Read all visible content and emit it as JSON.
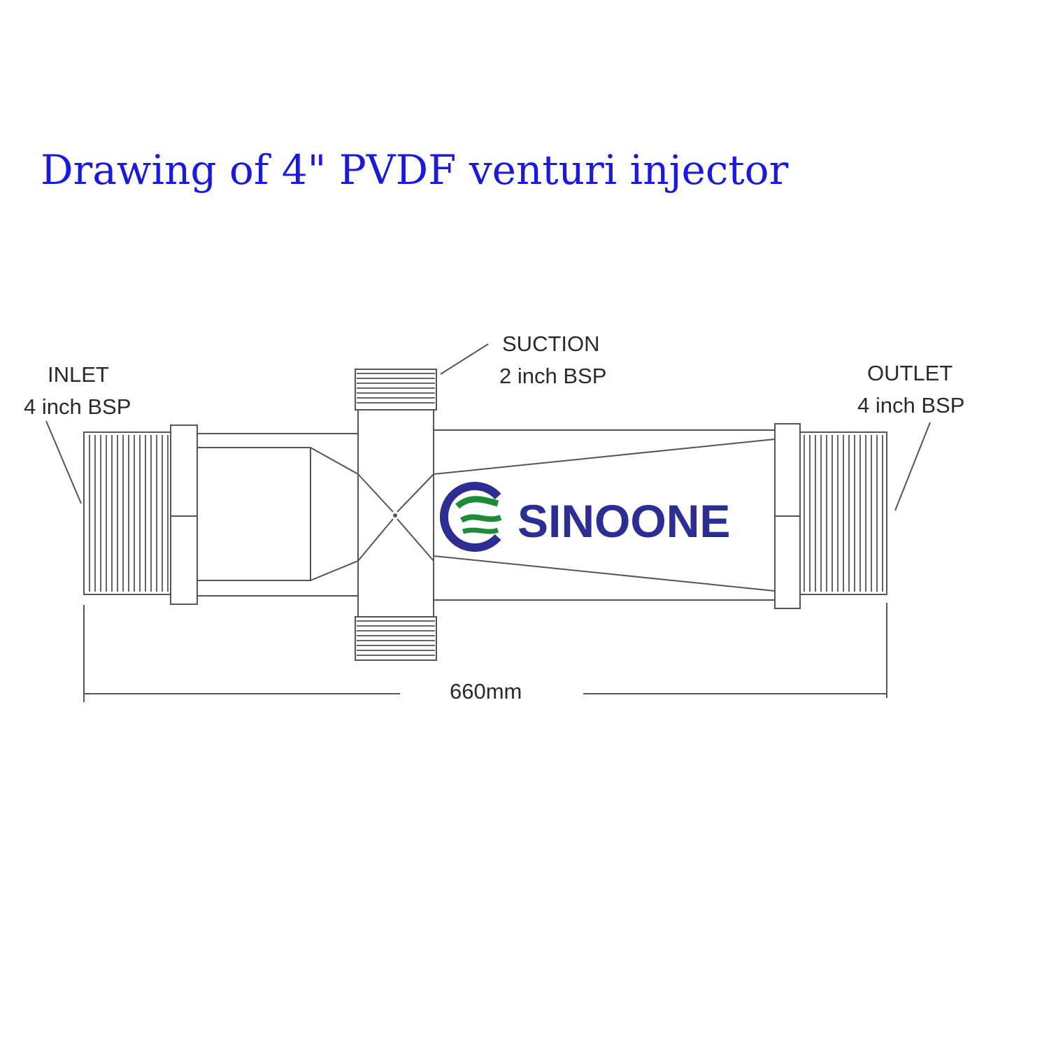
{
  "title": "Drawing of 4\" PVDF venturi injector",
  "inlet": {
    "name": "INLET",
    "size": "4 inch BSP"
  },
  "suction": {
    "name": "SUCTION",
    "size": "2 inch BSP"
  },
  "outlet": {
    "name": "OUTLET",
    "size": "4 inch BSP"
  },
  "dimension": "660mm",
  "logo": {
    "text": "SINOONE",
    "text_color": "#2d2e93",
    "ring_color": "#2d2e93",
    "wave_color": "#1f8a3a"
  }
}
